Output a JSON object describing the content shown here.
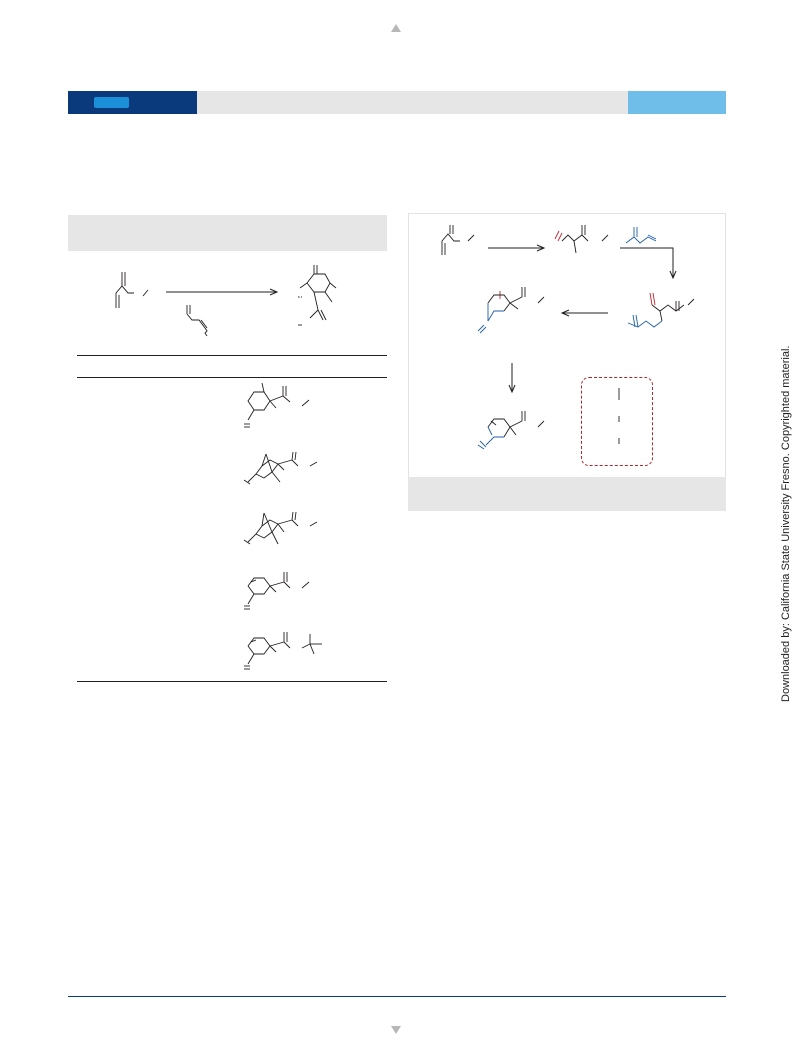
{
  "watermark": {
    "text": "Downloaded by: California State University Fresno. Copyrighted material."
  },
  "colors": {
    "header_dark": "#0b3a7c",
    "header_pill": "#1b8fd8",
    "header_light": "#6fbde9",
    "panel_gray": "#e6e6e6",
    "bond_blue": "#1f5fa8",
    "bond_red": "#c0262e"
  },
  "icons": {
    "page_up": "triangle-up",
    "page_down": "triangle-down"
  }
}
